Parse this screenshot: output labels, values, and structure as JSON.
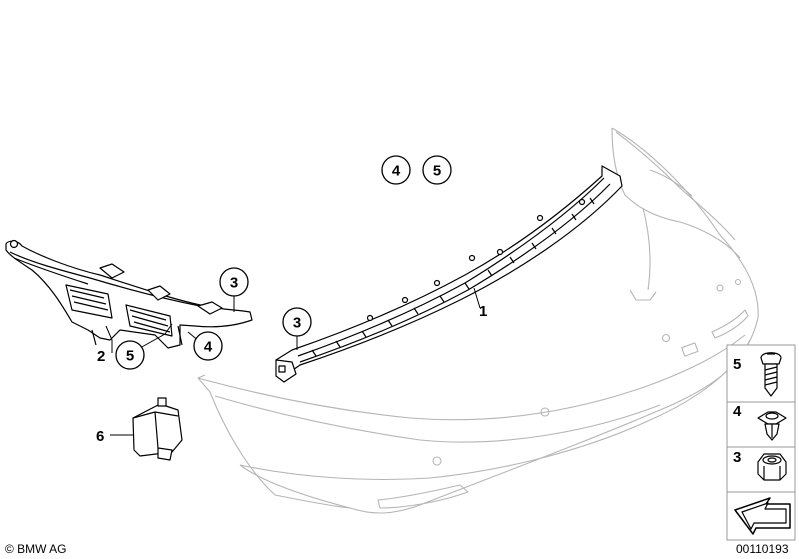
{
  "callouts": {
    "top_4": "4",
    "top_5": "5",
    "bracket_3": "3",
    "rail_3": "3",
    "bracket_5": "5",
    "bracket_4": "4"
  },
  "labels": {
    "part_1": "1",
    "part_2": "2",
    "part_6": "6"
  },
  "legend": [
    {
      "number": "5",
      "icon": "screw-icon"
    },
    {
      "number": "4",
      "icon": "expanding-rivet-icon"
    },
    {
      "number": "3",
      "icon": "hex-nut-icon"
    }
  ],
  "footer": {
    "copyright": "© BMW AG",
    "diagram_id": "00110193"
  }
}
